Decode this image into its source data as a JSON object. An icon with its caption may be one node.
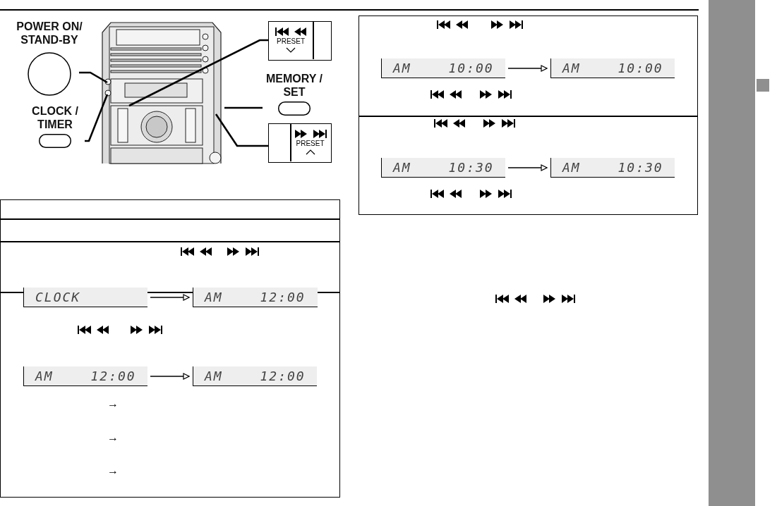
{
  "diagram": {
    "nodes": [
      {
        "text": [
          "POWER ON/ STAND-BY"
        ]
      },
      {
        "text": [],
        "shape": "picture"
      },
      {
        "text": [
          "PRESET"
        ]
      },
      {
        "text": [
          "MEMORY / SET"
        ]
      },
      {
        "text": [
          "CLOCK / TIMER"
        ]
      },
      {
        "text": [
          "PRESET"
        ]
      },
      {
        "text": [
          "CLOCK"
        ]
      },
      {
        "text": [
          "AM 12:00"
        ]
      },
      {
        "text": [
          "AM 12:00"
        ]
      },
      {
        "text": [
          "AM 12:00"
        ]
      },
      {
        "text": [
          "AM 10:00"
        ]
      },
      {
        "text": [
          "AM 10:00"
        ]
      },
      {
        "text": [
          "AM 10:30"
        ]
      },
      {
        "text": [
          "AM 10:30"
        ]
      },
      {
        "text": [],
        "shape": "bar"
      },
      {
        "text": [],
        "shape": "box"
      }
    ],
    "edges": [
      {
        "from": 0,
        "to": 1,
        "arrow": "none"
      },
      {
        "from": 4,
        "to": 1,
        "arrow": "none"
      },
      {
        "from": 2,
        "to": 1,
        "arrow": "none"
      },
      {
        "from": 3,
        "to": 1,
        "arrow": "none"
      },
      {
        "from": 5,
        "to": 1,
        "arrow": "none"
      },
      {
        "from": 6,
        "to": 7,
        "arrow": "to"
      },
      {
        "from": 8,
        "to": 9,
        "arrow": "to"
      },
      {
        "from": 10,
        "to": 11,
        "arrow": "to"
      },
      {
        "from": 12,
        "to": 13,
        "arrow": "to"
      }
    ],
    "labels": [
      "→",
      "→",
      "→"
    ]
  }
}
